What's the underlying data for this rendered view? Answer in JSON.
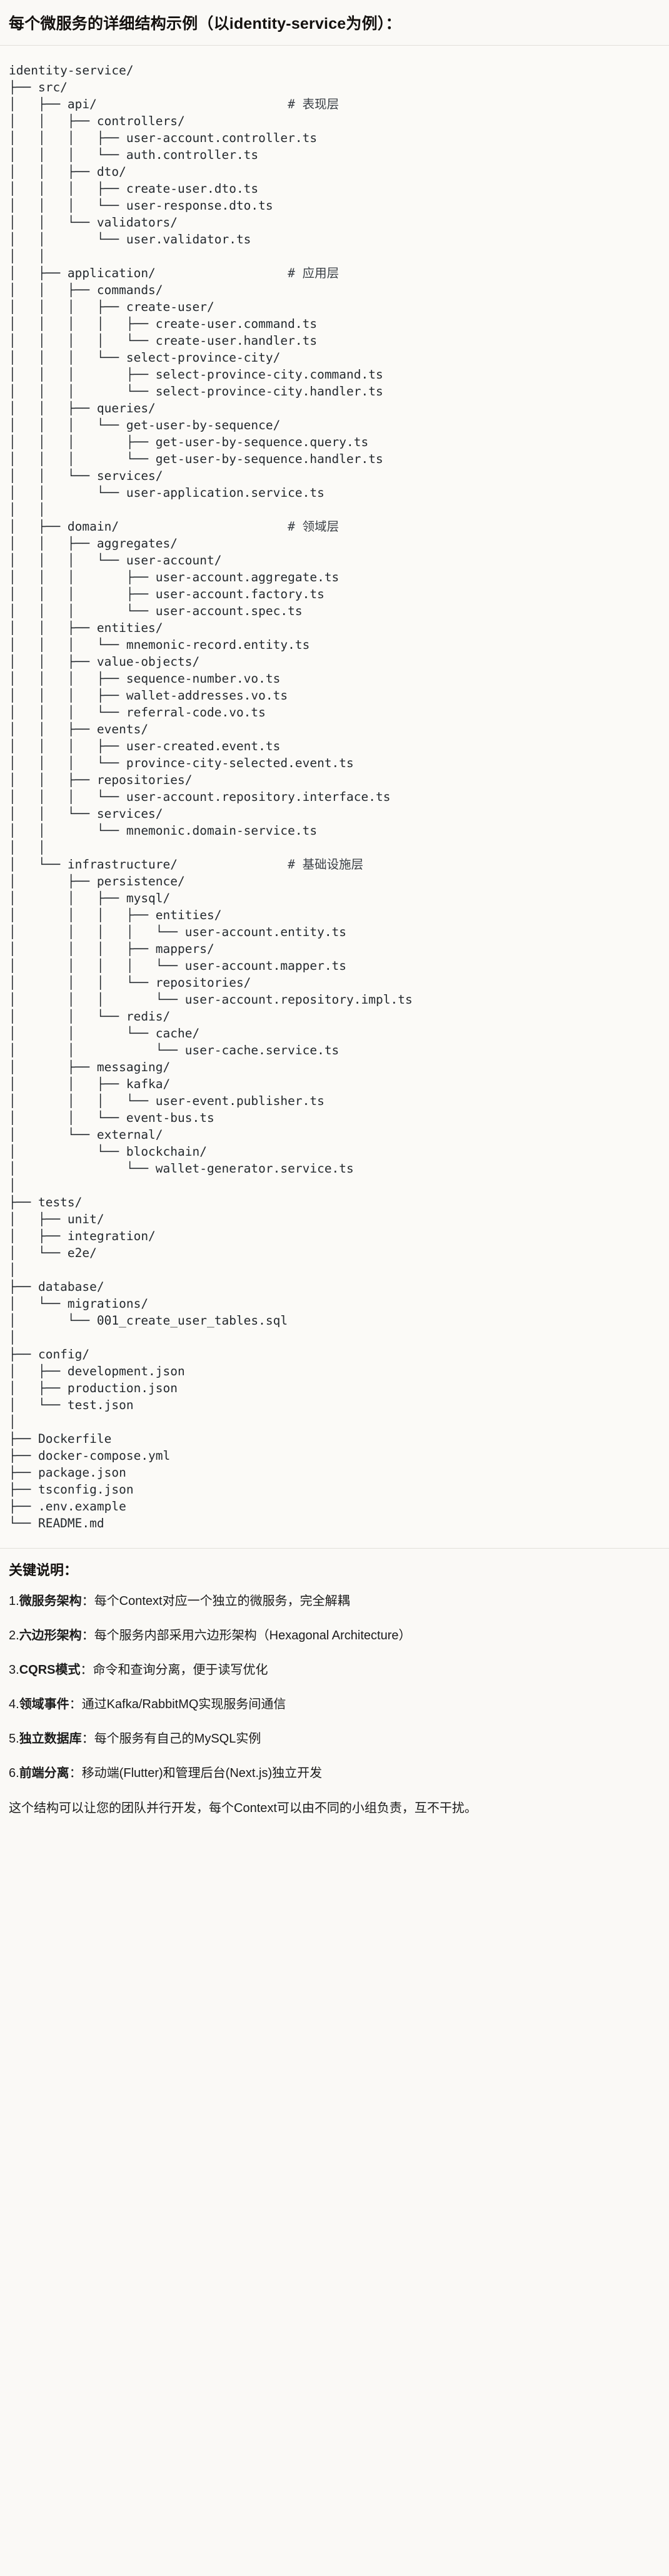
{
  "title": "每个微服务的详细结构示例（以identity-service为例）：",
  "tree": {
    "root_label": "identity-service/",
    "lines": [
      "identity-service/",
      "├── src/",
      "│   ├── api/                          # 表现层",
      "│   │   ├── controllers/",
      "│   │   │   ├── user-account.controller.ts",
      "│   │   │   └── auth.controller.ts",
      "│   │   ├── dto/",
      "│   │   │   ├── create-user.dto.ts",
      "│   │   │   └── user-response.dto.ts",
      "│   │   └── validators/",
      "│   │       └── user.validator.ts",
      "│   │",
      "│   ├── application/                  # 应用层",
      "│   │   ├── commands/",
      "│   │   │   ├── create-user/",
      "│   │   │   │   ├── create-user.command.ts",
      "│   │   │   │   └── create-user.handler.ts",
      "│   │   │   └── select-province-city/",
      "│   │   │       ├── select-province-city.command.ts",
      "│   │   │       └── select-province-city.handler.ts",
      "│   │   ├── queries/",
      "│   │   │   └── get-user-by-sequence/",
      "│   │   │       ├── get-user-by-sequence.query.ts",
      "│   │   │       └── get-user-by-sequence.handler.ts",
      "│   │   └── services/",
      "│   │       └── user-application.service.ts",
      "│   │",
      "│   ├── domain/                       # 领域层",
      "│   │   ├── aggregates/",
      "│   │   │   └── user-account/",
      "│   │   │       ├── user-account.aggregate.ts",
      "│   │   │       ├── user-account.factory.ts",
      "│   │   │       └── user-account.spec.ts",
      "│   │   ├── entities/",
      "│   │   │   └── mnemonic-record.entity.ts",
      "│   │   ├── value-objects/",
      "│   │   │   ├── sequence-number.vo.ts",
      "│   │   │   ├── wallet-addresses.vo.ts",
      "│   │   │   └── referral-code.vo.ts",
      "│   │   ├── events/",
      "│   │   │   ├── user-created.event.ts",
      "│   │   │   └── province-city-selected.event.ts",
      "│   │   ├── repositories/",
      "│   │   │   └── user-account.repository.interface.ts",
      "│   │   └── services/",
      "│   │       └── mnemonic.domain-service.ts",
      "│   │",
      "│   └── infrastructure/               # 基础设施层",
      "│       ├── persistence/",
      "│       │   ├── mysql/",
      "│       │   │   ├── entities/",
      "│       │   │   │   └── user-account.entity.ts",
      "│       │   │   ├── mappers/",
      "│       │   │   │   └── user-account.mapper.ts",
      "│       │   │   └── repositories/",
      "│       │   │       └── user-account.repository.impl.ts",
      "│       │   └── redis/",
      "│       │       └── cache/",
      "│       │           └── user-cache.service.ts",
      "│       ├── messaging/",
      "│       │   ├── kafka/",
      "│       │   │   └── user-event.publisher.ts",
      "│       │   └── event-bus.ts",
      "│       └── external/",
      "│           └── blockchain/",
      "│               └── wallet-generator.service.ts",
      "│",
      "├── tests/",
      "│   ├── unit/",
      "│   ├── integration/",
      "│   └── e2e/",
      "│",
      "├── database/",
      "│   └── migrations/",
      "│       └── 001_create_user_tables.sql",
      "│",
      "├── config/",
      "│   ├── development.json",
      "│   ├── production.json",
      "│   └── test.json",
      "│",
      "├── Dockerfile",
      "├── docker-compose.yml",
      "├── package.json",
      "├── tsconfig.json",
      "├── .env.example",
      "└── README.md"
    ],
    "layer_comments": [
      {
        "target": "api/",
        "text": "# 表现层"
      },
      {
        "target": "application/",
        "text": "# 应用层"
      },
      {
        "target": "domain/",
        "text": "# 领域层"
      },
      {
        "target": "infrastructure/",
        "text": "# 基础设施层"
      }
    ]
  },
  "notes": {
    "heading": "关键说明：",
    "items": [
      {
        "num": "1.",
        "label": "微服务架构",
        "sep": "：",
        "text": "每个Context对应一个独立的微服务，完全解耦"
      },
      {
        "num": "2.",
        "label": "六边形架构",
        "sep": "：",
        "text": "每个服务内部采用六边形架构（Hexagonal Architecture）"
      },
      {
        "num": "3.",
        "label": "CQRS模式",
        "sep": "：",
        "text": "命令和查询分离，便于读写优化"
      },
      {
        "num": "4.",
        "label": "领域事件",
        "sep": "：",
        "text": "通过Kafka/RabbitMQ实现服务间通信"
      },
      {
        "num": "5.",
        "label": "独立数据库",
        "sep": "：",
        "text": "每个服务有自己的MySQL实例"
      },
      {
        "num": "6.",
        "label": "前端分离",
        "sep": "：",
        "text": "移动端(Flutter)和管理后台(Next.js)独立开发"
      }
    ],
    "closing": "这个结构可以让您的团队并行开发，每个Context可以由不同的小组负责，互不干扰。"
  },
  "colors": {
    "background": "#faf9f6",
    "code_background": "#fbfaf7",
    "text": "#1b1b1b",
    "code_text": "#24292e",
    "divider": "#e2e0da"
  }
}
